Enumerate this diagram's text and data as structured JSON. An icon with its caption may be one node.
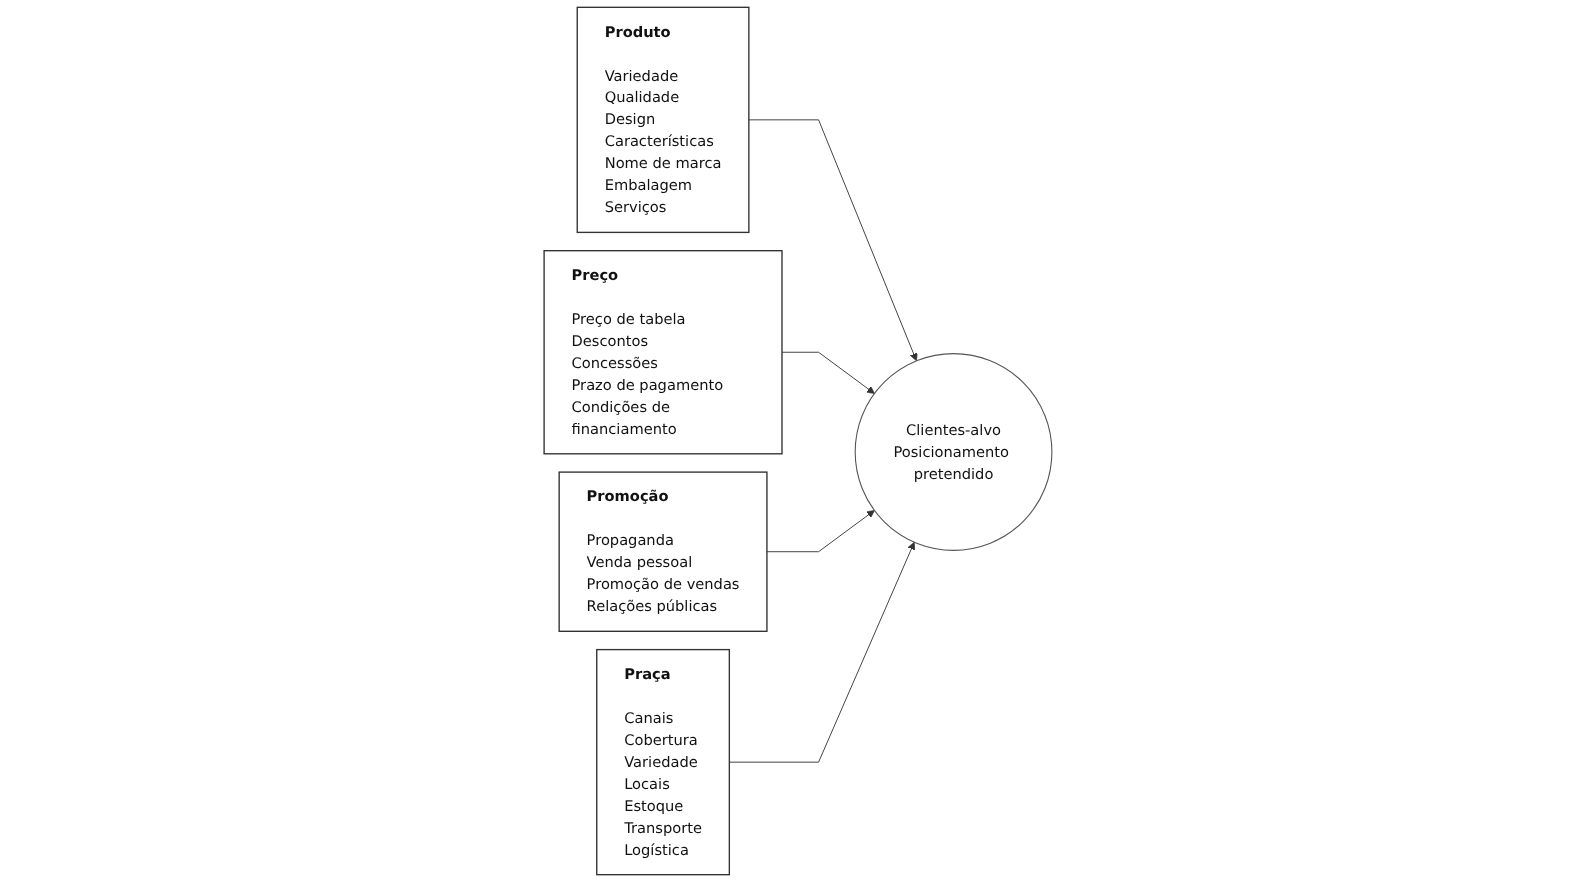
{
  "diagram": {
    "nodes": [
      {
        "text": [
          "Produto",
          "Variedade",
          "Qualidade",
          "Design",
          "Características",
          "Nome de marca",
          "Embalagem",
          "Serviços"
        ]
      },
      {
        "text": [
          "Preço",
          "Preço de tabela",
          "Descontos",
          "Concessões",
          "Prazo de pagamento",
          "Condições de financiamento"
        ]
      },
      {
        "text": [
          "Clientes-alvo",
          "Posicionamento pretendido"
        ]
      },
      {
        "text": [
          "Promoção",
          "Propaganda",
          "Venda pessoal",
          "Promoção de vendas",
          "Relações públicas"
        ]
      },
      {
        "text": [
          "Praça",
          "Canais",
          "Cobertura",
          "Variedade",
          "Locais",
          "Estoque",
          "Transporte",
          "Logística"
        ]
      }
    ],
    "edges": [
      {
        "from": 0,
        "to": 2,
        "arrow": "to"
      },
      {
        "from": 1,
        "to": 2,
        "arrow": "to"
      },
      {
        "from": 3,
        "to": 2,
        "arrow": "to"
      },
      {
        "from": 4,
        "to": 2,
        "arrow": "to"
      }
    ]
  }
}
